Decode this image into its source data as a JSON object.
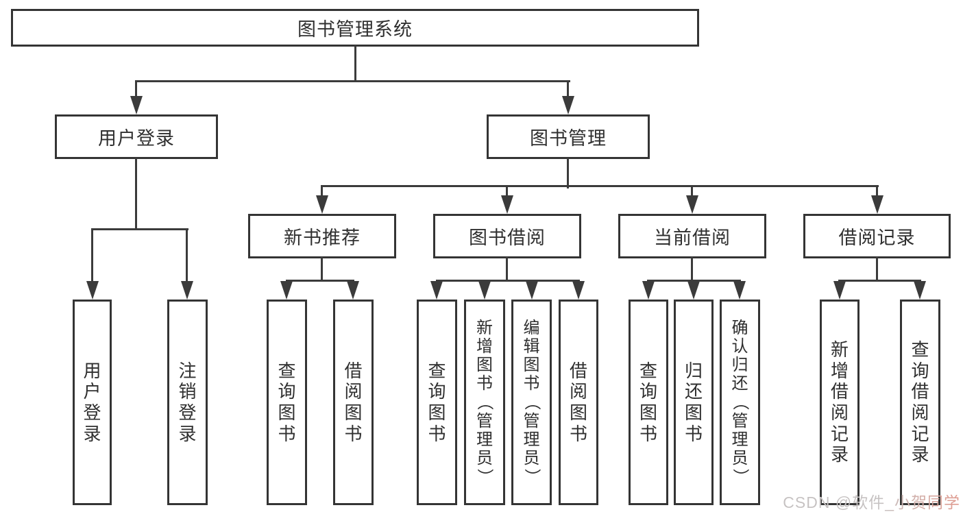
{
  "tree": {
    "root": {
      "label": "图书管理系统",
      "children": [
        {
          "label": "用户登录",
          "children": [
            {
              "label": "用户登录"
            },
            {
              "label": "注销登录"
            }
          ]
        },
        {
          "label": "图书管理",
          "children": [
            {
              "label": "新书推荐",
              "children": [
                {
                  "label": "查询图书"
                },
                {
                  "label": "借阅图书"
                }
              ]
            },
            {
              "label": "图书借阅",
              "children": [
                {
                  "label": "查询图书"
                },
                {
                  "label": "新增图书（管理员）"
                },
                {
                  "label": "编辑图书（管理员）"
                },
                {
                  "label": "借阅图书"
                }
              ]
            },
            {
              "label": "当前借阅",
              "children": [
                {
                  "label": "查询图书"
                },
                {
                  "label": "归还图书"
                },
                {
                  "label": "确认归还（管理员）"
                }
              ]
            },
            {
              "label": "借阅记录",
              "children": [
                {
                  "label": "新增借阅记录"
                },
                {
                  "label": "查询借阅记录"
                }
              ]
            }
          ]
        }
      ]
    }
  },
  "watermark": {
    "text": "CSDN @软件_小贺同学"
  },
  "colors": {
    "line": "#3b3b3b",
    "box_border": "#343434",
    "text": "#2f2f2f",
    "background": "#ffffff",
    "watermark_gray": "#c6c2c2",
    "watermark_red": "#e09a8e"
  }
}
